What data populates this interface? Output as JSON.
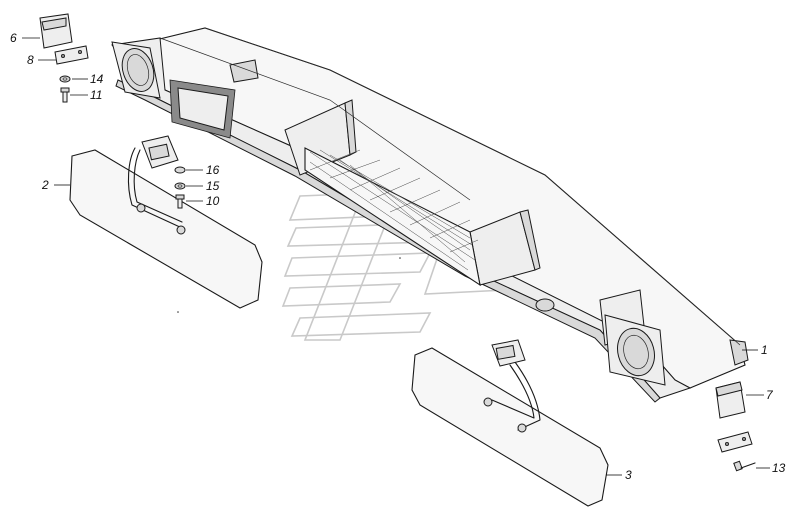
{
  "callouts": [
    {
      "id": "c1",
      "text": "1"
    },
    {
      "id": "c2",
      "text": "2"
    },
    {
      "id": "c3",
      "text": "3"
    },
    {
      "id": "c6",
      "text": "6"
    },
    {
      "id": "c7",
      "text": "7"
    },
    {
      "id": "c8",
      "text": "8"
    },
    {
      "id": "c10",
      "text": "10"
    },
    {
      "id": "c11",
      "text": "11"
    },
    {
      "id": "c13",
      "text": "13"
    },
    {
      "id": "c14",
      "text": "14"
    },
    {
      "id": "c15",
      "text": "15"
    },
    {
      "id": "c16",
      "text": "16"
    }
  ]
}
